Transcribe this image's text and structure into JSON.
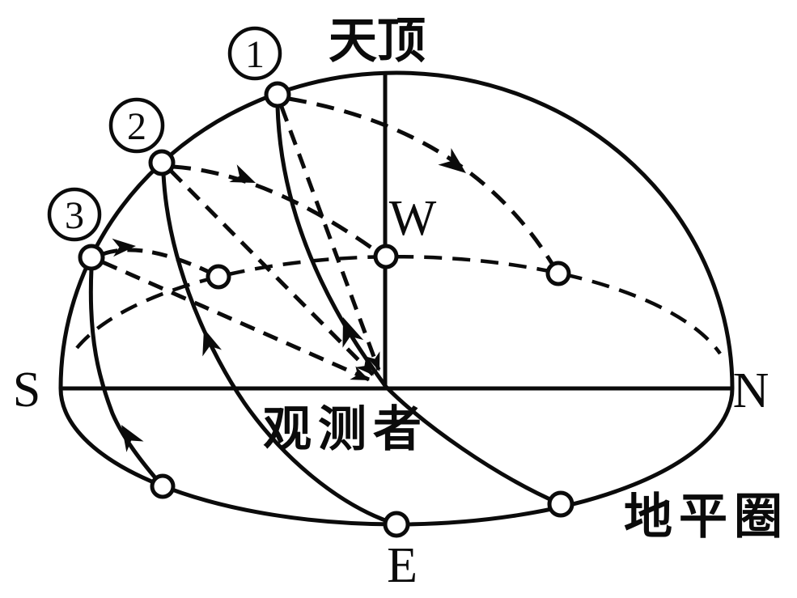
{
  "diagram": {
    "labels": {
      "zenith": "天顶",
      "observer": "观测者",
      "horizon_circle": "地平圈",
      "south": "S",
      "west": "W",
      "north": "N",
      "east": "E"
    },
    "path_badges": [
      {
        "label": "1"
      },
      {
        "label": "2"
      },
      {
        "label": "3"
      }
    ],
    "colors": {
      "ink": "#0b0b0b",
      "background": "#ffffff"
    }
  }
}
